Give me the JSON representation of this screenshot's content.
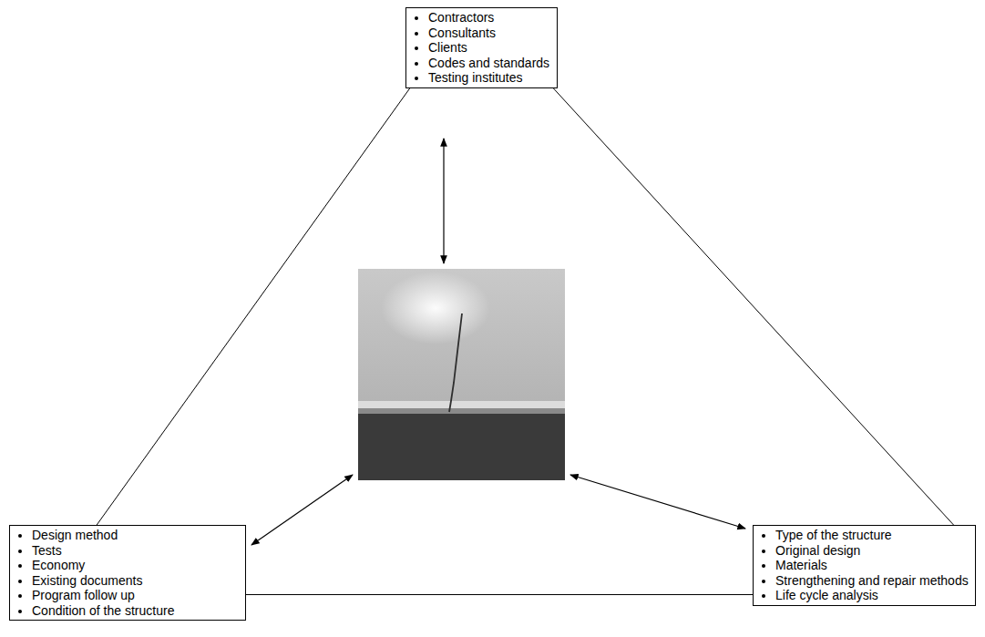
{
  "diagram": {
    "nodes": [
      {
        "text": [
          "Contractors",
          "Consultants",
          "Clients",
          "Codes and standards",
          "Testing institutes"
        ]
      },
      {
        "text": [
          "Design method",
          "Tests",
          "Economy",
          "Existing documents",
          "Program follow up",
          "Condition of the structure"
        ]
      },
      {
        "text": [
          "Type of the structure",
          "Original design",
          "Materials",
          "Strengthening and repair methods",
          "Life cycle analysis"
        ]
      }
    ],
    "edges": [
      {
        "from": 0,
        "to": 1,
        "arrow": "none"
      },
      {
        "from": 0,
        "to": 2,
        "arrow": "none"
      },
      {
        "from": 1,
        "to": 2,
        "arrow": "none"
      }
    ]
  }
}
